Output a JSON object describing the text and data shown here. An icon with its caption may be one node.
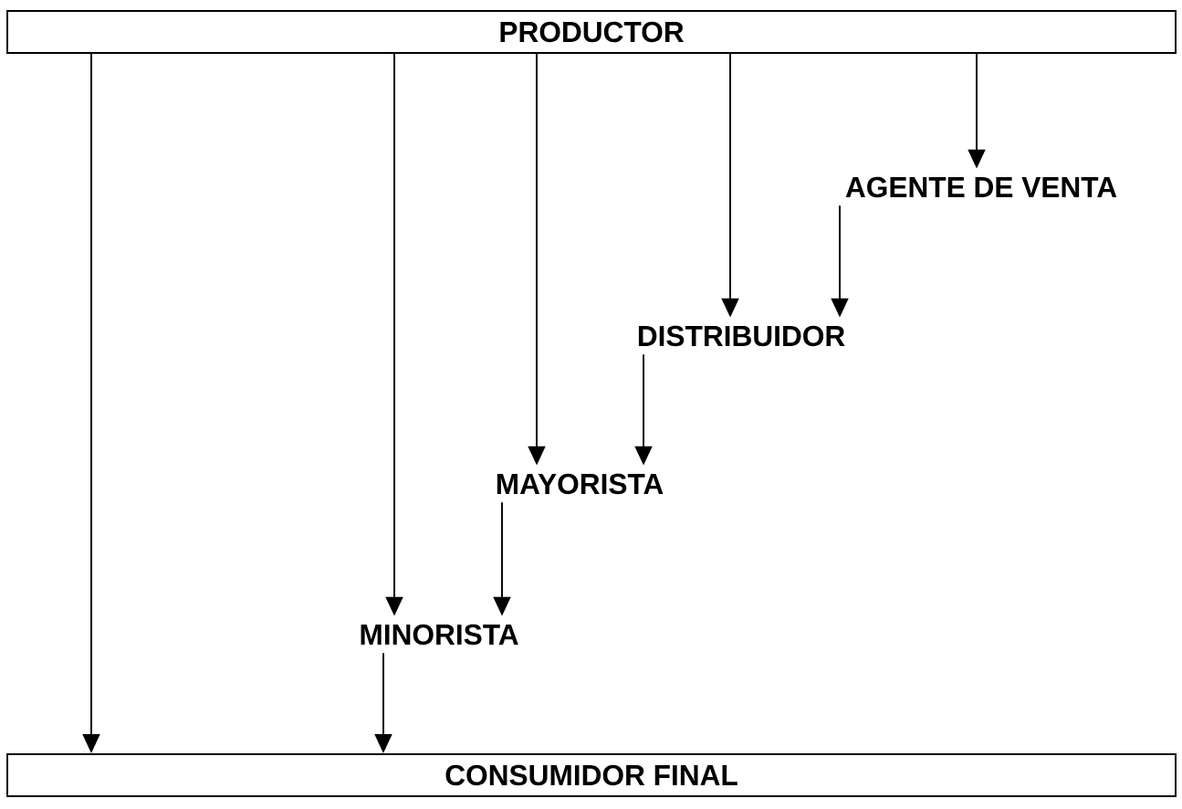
{
  "diagram": {
    "nodes": [
      {
        "text": [
          "PRODUCTOR"
        ]
      },
      {
        "text": [
          "AGENTE DE VENTA"
        ]
      },
      {
        "text": [
          "DISTRIBUIDOR"
        ]
      },
      {
        "text": [
          "MAYORISTA"
        ]
      },
      {
        "text": [
          "MINORISTA"
        ]
      },
      {
        "text": [
          "CONSUMIDOR FINAL"
        ]
      }
    ],
    "edges": [
      {
        "from": 0,
        "to": 5,
        "arrow": "to"
      },
      {
        "from": 0,
        "to": 4,
        "arrow": "to"
      },
      {
        "from": 0,
        "to": 3,
        "arrow": "to"
      },
      {
        "from": 0,
        "to": 2,
        "arrow": "to"
      },
      {
        "from": 0,
        "to": 1,
        "arrow": "to"
      },
      {
        "from": 1,
        "to": 2,
        "arrow": "to"
      },
      {
        "from": 2,
        "to": 3,
        "arrow": "to"
      },
      {
        "from": 3,
        "to": 4,
        "arrow": "to"
      },
      {
        "from": 4,
        "to": 5,
        "arrow": "to"
      }
    ]
  }
}
